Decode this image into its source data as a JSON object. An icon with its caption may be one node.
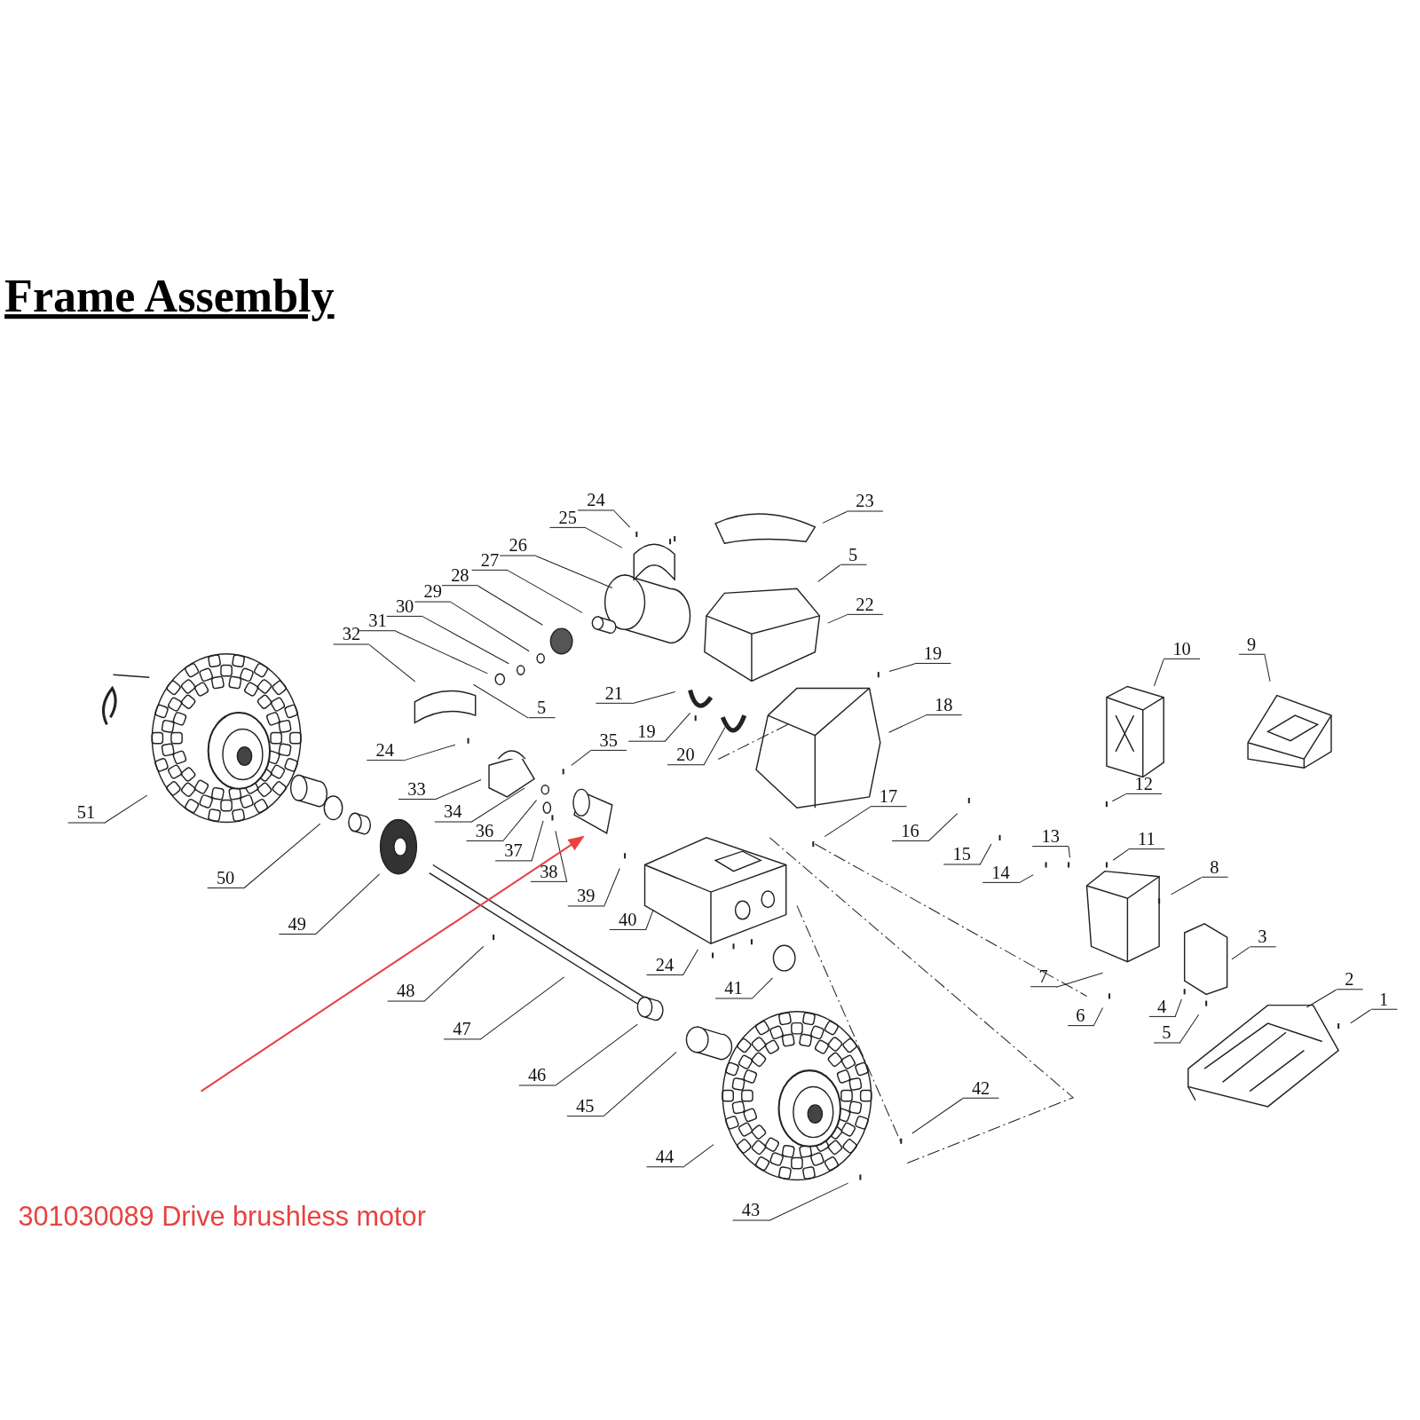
{
  "diagram": {
    "title": "Frame Assembly",
    "nodes": [
      {
        "text": [
          "24"
        ]
      },
      {
        "text": [
          "23"
        ]
      },
      {
        "text": [
          "25"
        ]
      },
      {
        "text": [
          "26"
        ]
      },
      {
        "text": [
          "5"
        ]
      },
      {
        "text": [
          "27"
        ]
      },
      {
        "text": [
          "28"
        ]
      },
      {
        "text": [
          "29"
        ]
      },
      {
        "text": [
          "22"
        ]
      },
      {
        "text": [
          "30"
        ]
      },
      {
        "text": [
          "31"
        ]
      },
      {
        "text": [
          "32"
        ]
      },
      {
        "text": [
          "9"
        ]
      },
      {
        "text": [
          "10"
        ]
      },
      {
        "text": [
          "19"
        ]
      },
      {
        "text": [
          "21"
        ]
      },
      {
        "text": [
          "5"
        ]
      },
      {
        "text": [
          "18"
        ]
      },
      {
        "text": [
          "19"
        ]
      },
      {
        "text": [
          "35"
        ]
      },
      {
        "text": [
          "24"
        ]
      },
      {
        "text": [
          "20"
        ]
      },
      {
        "text": [
          "12"
        ]
      },
      {
        "text": [
          "33"
        ]
      },
      {
        "text": [
          "17"
        ]
      },
      {
        "text": [
          "51"
        ]
      },
      {
        "text": [
          "34"
        ]
      },
      {
        "text": [
          "16"
        ]
      },
      {
        "text": [
          "36"
        ]
      },
      {
        "text": [
          "11"
        ]
      },
      {
        "text": [
          "13"
        ]
      },
      {
        "text": [
          "37"
        ]
      },
      {
        "text": [
          "15"
        ]
      },
      {
        "text": [
          "8"
        ]
      },
      {
        "text": [
          "38"
        ]
      },
      {
        "text": [
          "14"
        ]
      },
      {
        "text": [
          "50"
        ]
      },
      {
        "text": [
          "39"
        ]
      },
      {
        "text": [
          "40"
        ]
      },
      {
        "text": [
          "49"
        ]
      },
      {
        "text": [
          "3"
        ]
      },
      {
        "text": [
          "24"
        ]
      },
      {
        "text": [
          "7"
        ]
      },
      {
        "text": [
          "41"
        ]
      },
      {
        "text": [
          "2"
        ]
      },
      {
        "text": [
          "48"
        ]
      },
      {
        "text": [
          "1"
        ]
      },
      {
        "text": [
          "4"
        ]
      },
      {
        "text": [
          "6"
        ]
      },
      {
        "text": [
          "47"
        ]
      },
      {
        "text": [
          "5"
        ]
      },
      {
        "text": [
          "46"
        ]
      },
      {
        "text": [
          "42"
        ]
      },
      {
        "text": [
          "45"
        ]
      },
      {
        "text": [
          "44"
        ]
      },
      {
        "text": [
          "43"
        ]
      },
      {
        "text": [],
        "shape": "cylinder"
      }
    ],
    "edges": [
      {
        "from": 0,
        "to": null,
        "arrow": "none"
      },
      {
        "from": 1,
        "to": null,
        "arrow": "none"
      },
      {
        "from": 2,
        "to": null,
        "arrow": "none"
      },
      {
        "from": 3,
        "to": null,
        "arrow": "none"
      },
      {
        "from": 4,
        "to": null,
        "arrow": "none"
      },
      {
        "from": 5,
        "to": null,
        "arrow": "none"
      },
      {
        "from": 6,
        "to": null,
        "arrow": "none"
      },
      {
        "from": 7,
        "to": null,
        "arrow": "none"
      },
      {
        "from": 8,
        "to": null,
        "arrow": "none"
      },
      {
        "from": 9,
        "to": null,
        "arrow": "none"
      },
      {
        "from": 10,
        "to": null,
        "arrow": "none"
      },
      {
        "from": 11,
        "to": null,
        "arrow": "none"
      },
      {
        "from": 12,
        "to": null,
        "arrow": "none"
      },
      {
        "from": 13,
        "to": null,
        "arrow": "none"
      },
      {
        "from": 14,
        "to": null,
        "arrow": "none"
      },
      {
        "from": 15,
        "to": null,
        "arrow": "none"
      },
      {
        "from": 16,
        "to": null,
        "arrow": "none"
      },
      {
        "from": 17,
        "to": null,
        "arrow": "none"
      },
      {
        "from": 18,
        "to": null,
        "arrow": "none"
      },
      {
        "from": 19,
        "to": null,
        "arrow": "none"
      },
      {
        "from": 20,
        "to": null,
        "arrow": "none"
      },
      {
        "from": 21,
        "to": null,
        "arrow": "none"
      },
      {
        "from": 22,
        "to": null,
        "arrow": "none"
      },
      {
        "from": 23,
        "to": null,
        "arrow": "none"
      },
      {
        "from": 24,
        "to": null,
        "arrow": "none"
      },
      {
        "from": 25,
        "to": null,
        "arrow": "none"
      },
      {
        "from": 26,
        "to": null,
        "arrow": "none"
      },
      {
        "from": 27,
        "to": null,
        "arrow": "none"
      },
      {
        "from": 28,
        "to": null,
        "arrow": "none"
      },
      {
        "from": 29,
        "to": null,
        "arrow": "none"
      },
      {
        "from": 30,
        "to": null,
        "arrow": "none"
      },
      {
        "from": 31,
        "to": null,
        "arrow": "none"
      },
      {
        "from": 32,
        "to": null,
        "arrow": "none"
      },
      {
        "from": 33,
        "to": null,
        "arrow": "none"
      },
      {
        "from": 34,
        "to": null,
        "arrow": "none"
      },
      {
        "from": 35,
        "to": null,
        "arrow": "none"
      },
      {
        "from": 36,
        "to": null,
        "arrow": "none"
      },
      {
        "from": 37,
        "to": null,
        "arrow": "none"
      },
      {
        "from": 38,
        "to": null,
        "arrow": "none"
      },
      {
        "from": 39,
        "to": null,
        "arrow": "none"
      },
      {
        "from": 40,
        "to": null,
        "arrow": "none"
      },
      {
        "from": 41,
        "to": null,
        "arrow": "none"
      },
      {
        "from": 42,
        "to": null,
        "arrow": "none"
      },
      {
        "from": 43,
        "to": null,
        "arrow": "none"
      },
      {
        "from": 44,
        "to": null,
        "arrow": "none"
      },
      {
        "from": 45,
        "to": null,
        "arrow": "none"
      },
      {
        "from": 46,
        "to": null,
        "arrow": "none"
      },
      {
        "from": 47,
        "to": null,
        "arrow": "none"
      },
      {
        "from": 48,
        "to": null,
        "arrow": "none"
      },
      {
        "from": 49,
        "to": null,
        "arrow": "none"
      },
      {
        "from": 50,
        "to": null,
        "arrow": "none"
      },
      {
        "from": 51,
        "to": null,
        "arrow": "none"
      },
      {
        "from": 52,
        "to": null,
        "arrow": "none"
      },
      {
        "from": 53,
        "to": null,
        "arrow": "none"
      },
      {
        "from": 54,
        "to": null,
        "arrow": "none"
      },
      {
        "from": 55,
        "to": null,
        "arrow": "none"
      },
      {
        "from": null,
        "to": 56,
        "arrow": "to",
        "color": "#e8423f"
      }
    ],
    "labels": [
      "301030089 Drive brushless motor"
    ]
  }
}
